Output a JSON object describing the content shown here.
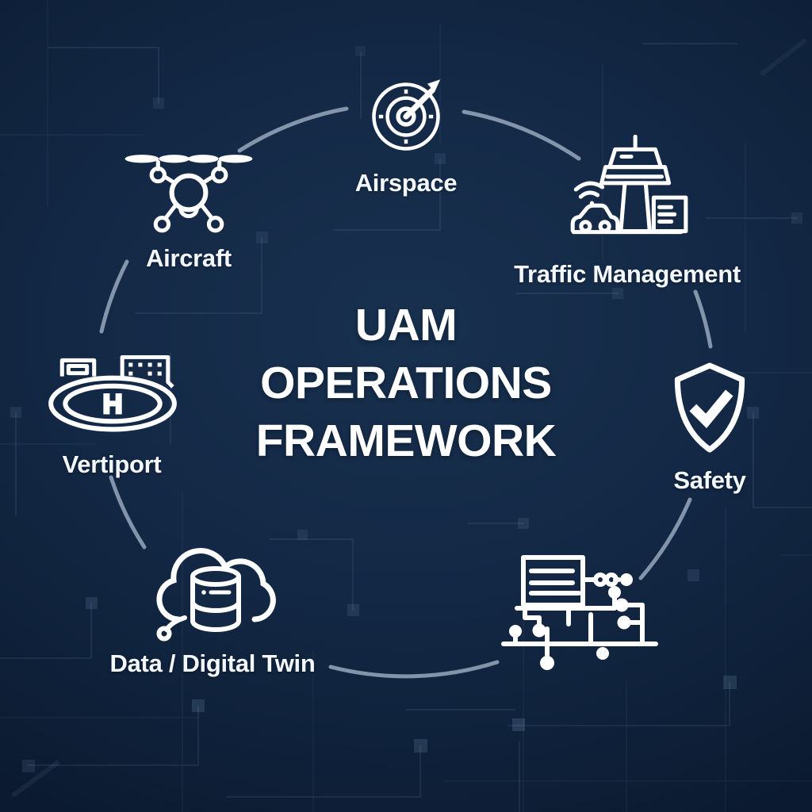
{
  "title": {
    "line1": "UAM",
    "line2": "OPERATIONS",
    "line3": "FRAMEWORK"
  },
  "nodes": [
    {
      "id": "airspace",
      "label": "Airspace",
      "icon": "radar-icon"
    },
    {
      "id": "traffic-management",
      "label": "Traffic Management",
      "icon": "control-tower-icon"
    },
    {
      "id": "safety",
      "label": "Safety",
      "icon": "shield-check-icon"
    },
    {
      "id": "process-flow",
      "label": "",
      "icon": "circuit-flow-icon"
    },
    {
      "id": "data-digital-twin",
      "label": "Data / Digital Twin",
      "icon": "cloud-database-icon"
    },
    {
      "id": "vertiport",
      "label": "Vertiport",
      "icon": "helipad-icon",
      "pad_letter": "H"
    },
    {
      "id": "aircraft",
      "label": "Aircraft",
      "icon": "drone-icon"
    }
  ],
  "colors": {
    "background": "#132845",
    "background_edge": "#0b1a30",
    "circle_arc": "#9fb0c4",
    "icon_stroke": "#ffffff",
    "label_text": "#f4f7fb",
    "pattern_trace": "#9db8dc"
  }
}
